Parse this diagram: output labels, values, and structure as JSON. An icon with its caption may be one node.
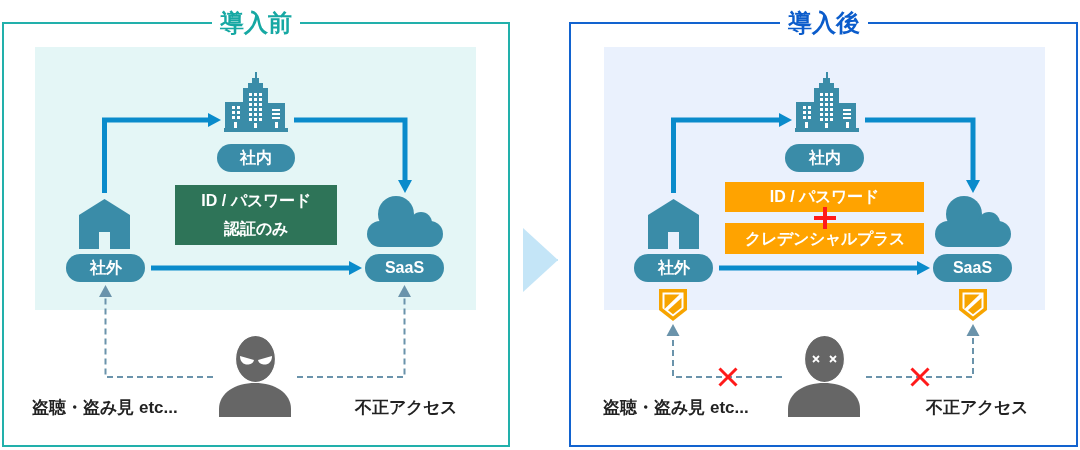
{
  "diagram": {
    "nodes": [
      {
        "text": [
          "導入前"
        ]
      },
      {
        "text": [],
        "shape": "building",
        "in": 0
      },
      {
        "text": [
          "社内"
        ],
        "in": 0
      },
      {
        "text": [
          "ID / パスワード認証のみ"
        ],
        "in": 0
      },
      {
        "text": [],
        "shape": "house",
        "in": 0
      },
      {
        "text": [
          "社外"
        ],
        "in": 0
      },
      {
        "text": [],
        "shape": "cloud",
        "in": 0
      },
      {
        "text": [
          "SaaS"
        ],
        "in": 0
      },
      {
        "text": [],
        "shape": "person",
        "in": 0
      },
      {
        "text": [
          "導入後"
        ]
      },
      {
        "text": [],
        "shape": "building",
        "in": 9
      },
      {
        "text": [
          "社内"
        ],
        "in": 9
      },
      {
        "text": [
          "ID / パスワード"
        ],
        "in": 9
      },
      {
        "text": [
          "クレデンシャルプラス"
        ],
        "in": 9
      },
      {
        "text": [],
        "shape": "house",
        "in": 9
      },
      {
        "text": [
          "社外"
        ],
        "in": 9
      },
      {
        "text": [],
        "shape": "cloud",
        "in": 9
      },
      {
        "text": [
          "SaaS"
        ],
        "in": 9
      },
      {
        "text": [],
        "shape": "shield",
        "in": 9
      },
      {
        "text": [],
        "shape": "shield",
        "in": 9
      },
      {
        "text": [],
        "shape": "person",
        "in": 9
      }
    ],
    "edges": [
      {
        "from": 4,
        "to": 1,
        "arrow": "to"
      },
      {
        "from": 1,
        "to": 6,
        "arrow": "to"
      },
      {
        "from": 5,
        "to": 7,
        "arrow": "to"
      },
      {
        "from": 8,
        "to": 5,
        "arrow": "to",
        "label": "盗聴・盗み見 etc...",
        "style": "dashed",
        "color": "#6a93ab"
      },
      {
        "from": 8,
        "to": 7,
        "arrow": "to",
        "label": "不正アクセス",
        "style": "dashed",
        "color": "#6a93ab"
      },
      {
        "from": 14,
        "to": 10,
        "arrow": "to"
      },
      {
        "from": 10,
        "to": 16,
        "arrow": "to"
      },
      {
        "from": 15,
        "to": 17,
        "arrow": "to"
      },
      {
        "from": 20,
        "to": 18,
        "arrow": "to",
        "label": "盗聴・盗み見 etc...",
        "style": "dashed",
        "color": "#6a93ab"
      },
      {
        "from": 20,
        "to": 19,
        "arrow": "to",
        "label": "不正アクセス",
        "style": "dashed",
        "color": "#6a93ab"
      },
      {
        "from": 0,
        "to": 9,
        "arrow": "to",
        "color": "#c4e5f7"
      }
    ]
  }
}
